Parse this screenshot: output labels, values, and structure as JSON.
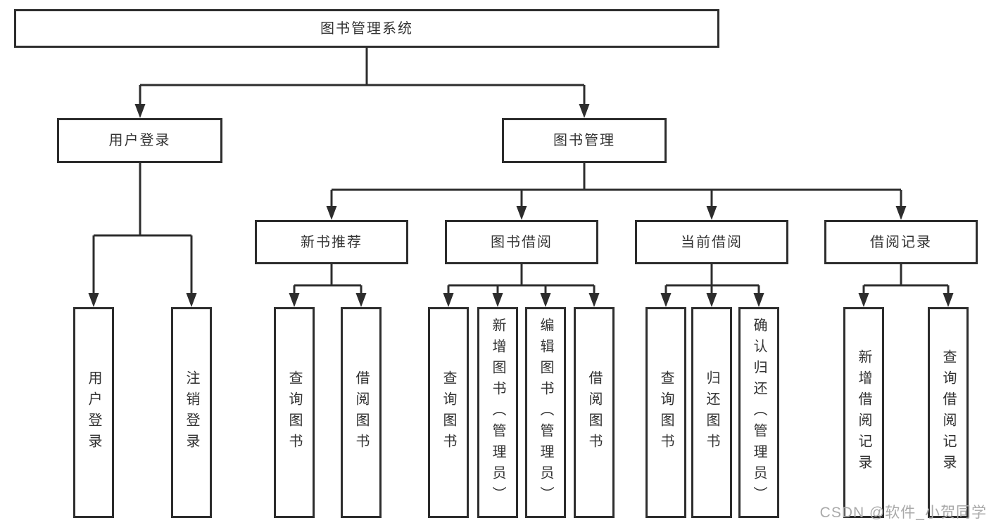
{
  "nodes": {
    "root": "图书管理系统",
    "user_login": "用户登录",
    "book_management": "图书管理",
    "new_book_recommend": "新书推荐",
    "book_borrow": "图书借阅",
    "current_borrow": "当前借阅",
    "borrow_records": "借阅记录",
    "login_user_login": "用户登录",
    "login_logout": "注销登录",
    "recommend_query_books": "查询图书",
    "recommend_borrow_books": "借阅图书",
    "borrow_query_books": "查询图书",
    "borrow_add_books_admin": "新增图书（管理员）",
    "borrow_edit_books_admin": "编辑图书（管理员）",
    "borrow_borrow_books": "借阅图书",
    "current_query_books": "查询图书",
    "current_return_books": "归还图书",
    "current_confirm_return_admin": "确认归还（管理员）",
    "records_add_borrow_record": "新增借阅记录",
    "records_query_borrow_record": "查询借阅记录"
  },
  "watermark": "CSDN @软件_小贺同学",
  "colors": {
    "line": "#2d2d2d",
    "text": "#333333",
    "box_fill": "#ffffff",
    "watermark_gray": "#a9a9a9"
  }
}
